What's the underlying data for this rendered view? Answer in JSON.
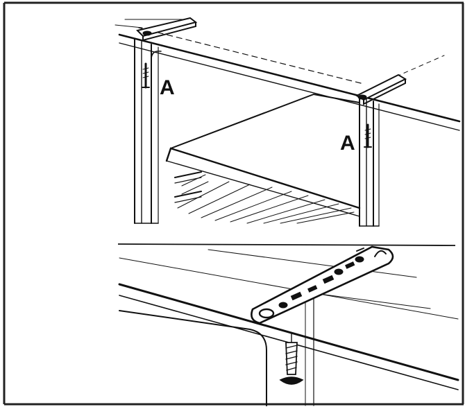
{
  "figure": {
    "callouts": [
      {
        "id": "left",
        "label": "A"
      },
      {
        "id": "right",
        "label": "A"
      }
    ],
    "colors": {
      "ink": "#111111",
      "paper": "#ffffff",
      "frame": "#222222"
    },
    "icons": [
      "mounting-bracket-icon",
      "screw-icon",
      "oven-shelf-icon"
    ]
  }
}
